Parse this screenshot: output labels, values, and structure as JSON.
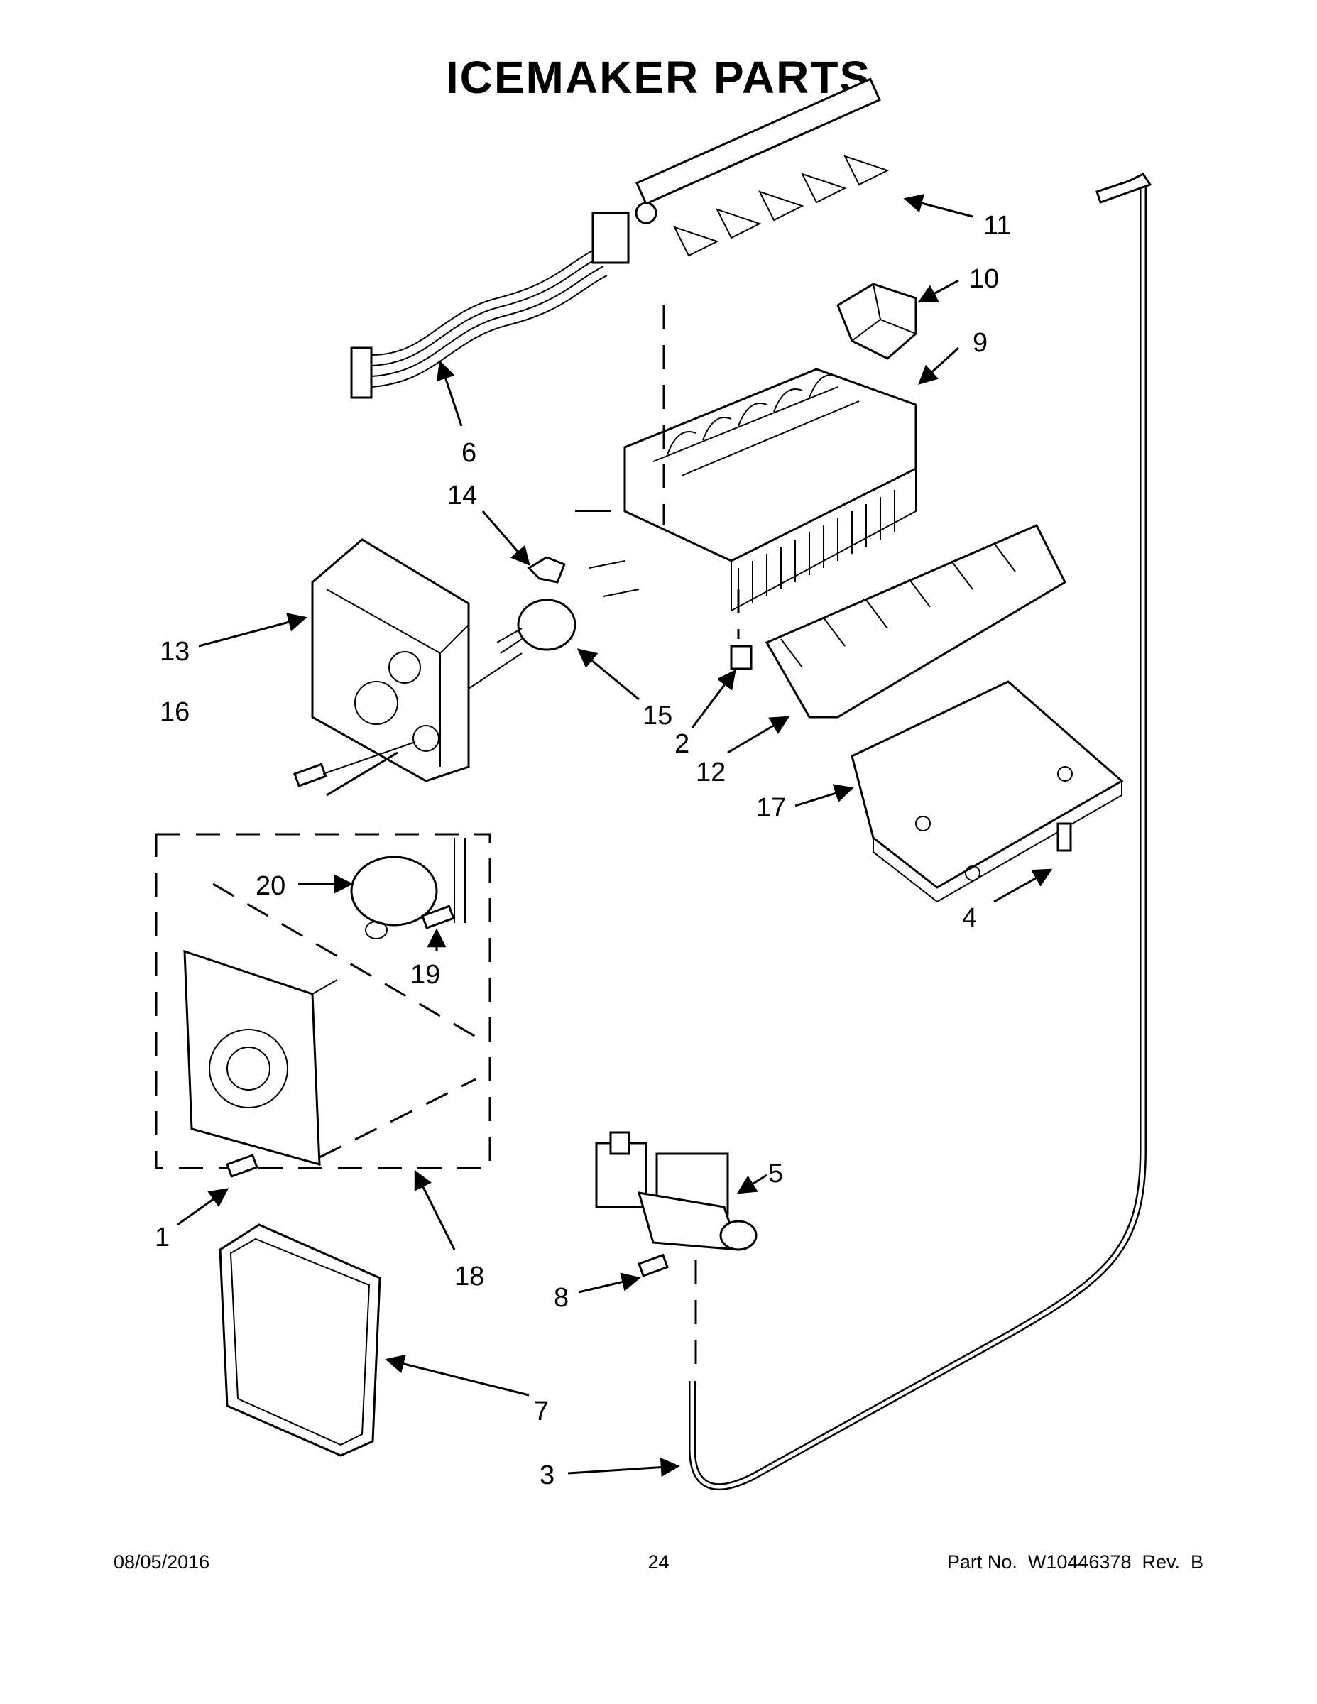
{
  "title": "ICEMAKER PARTS",
  "callouts": [
    "1",
    "2",
    "3",
    "4",
    "5",
    "6",
    "7",
    "8",
    "9",
    "10",
    "11",
    "12",
    "13",
    "14",
    "15",
    "16",
    "17",
    "18",
    "19",
    "20"
  ],
  "footer": {
    "date": "08/05/2016",
    "page": "24",
    "part_no": "Part No.  W10446378  Rev.  B"
  }
}
